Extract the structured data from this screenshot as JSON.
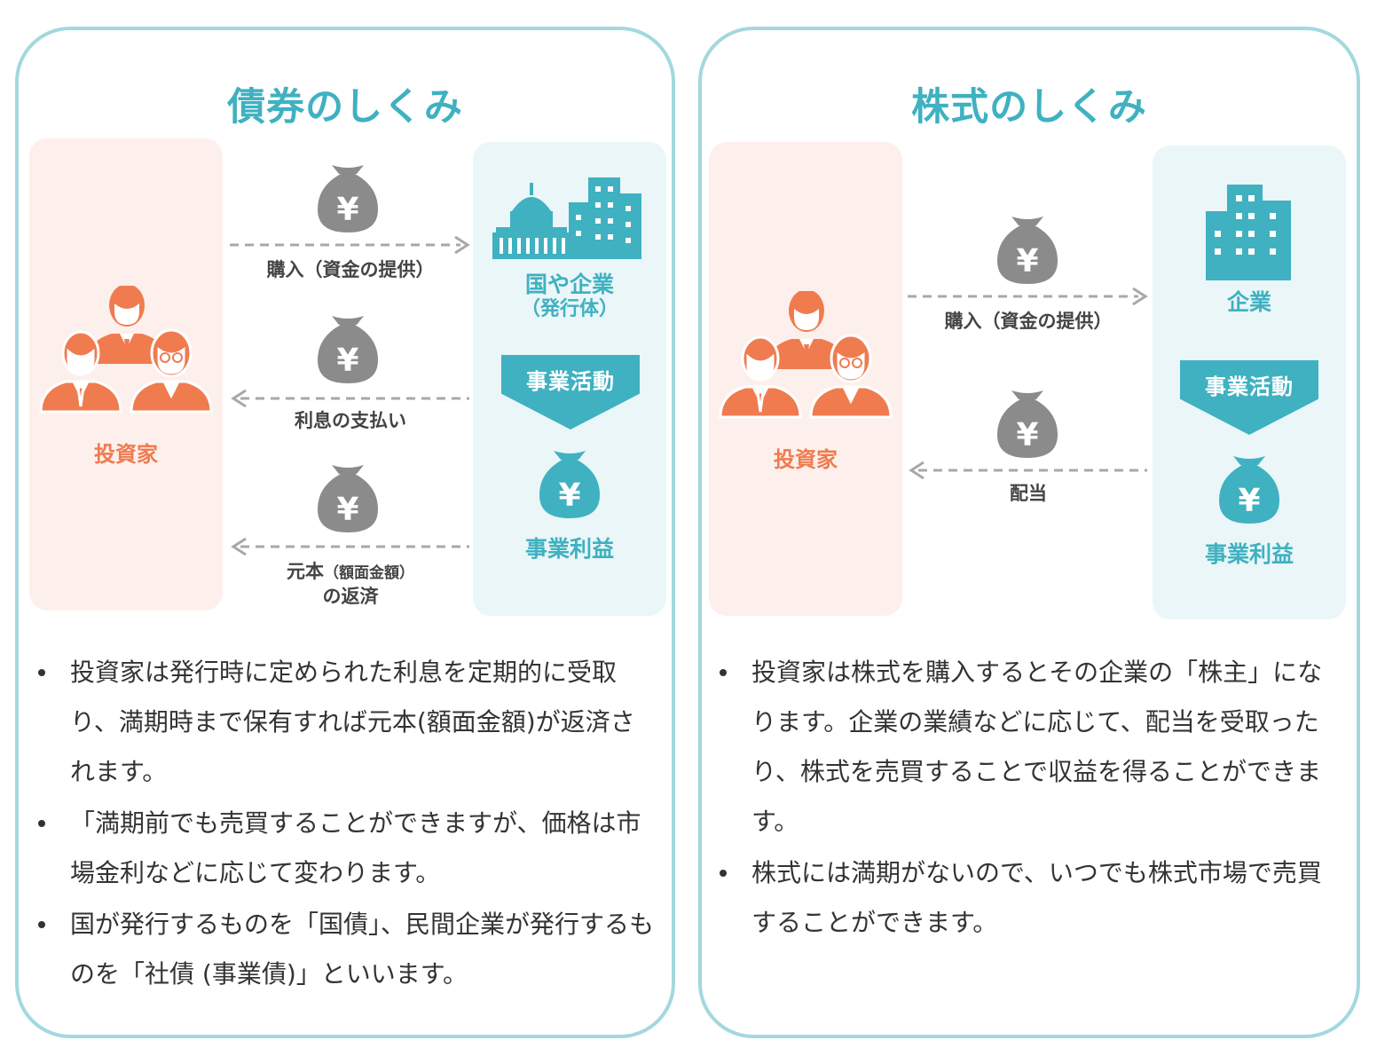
{
  "colors": {
    "teal": "#3fb1c1",
    "orange": "#f07b4f",
    "gray_bag": "#8b8b8b",
    "panel_border": "#a3d8de"
  },
  "bond": {
    "title": "債券のしくみ",
    "investor_label": "投資家",
    "issuer_label": "国や企業",
    "issuer_sub": "（発行体）",
    "activity_label": "事業活動",
    "profit_label": "事業利益",
    "flows": {
      "purchase": "購入（資金の提供）",
      "interest": "利息の支払い",
      "principal_main": "元本",
      "principal_paren": "（額面金額）",
      "principal_tail": "の返済"
    },
    "notes": [
      "投資家は発行時に定められた利息を定期的に受取り、満期時まで保有すれば元本(額面金額)が返済されます。",
      "「満期前でも売買することができますが、価格は市場金利などに応じて変わります。",
      "国が発行するものを「国債」、民間企業が発行するものを「社債 (事業債)」といいます。"
    ]
  },
  "stock": {
    "title": "株式のしくみ",
    "investor_label": "投資家",
    "issuer_label": "企業",
    "activity_label": "事業活動",
    "profit_label": "事業利益",
    "flows": {
      "purchase": "購入（資金の提供）",
      "dividend": "配当"
    },
    "notes": [
      "投資家は株式を購入するとその企業の「株主」になります。企業の業績などに応じて、配当を受取ったり、株式を売買することで収益を得ることができます。",
      "株式には満期がないので、いつでも株式市場で売買することができます。"
    ]
  },
  "yen_symbol": "¥"
}
